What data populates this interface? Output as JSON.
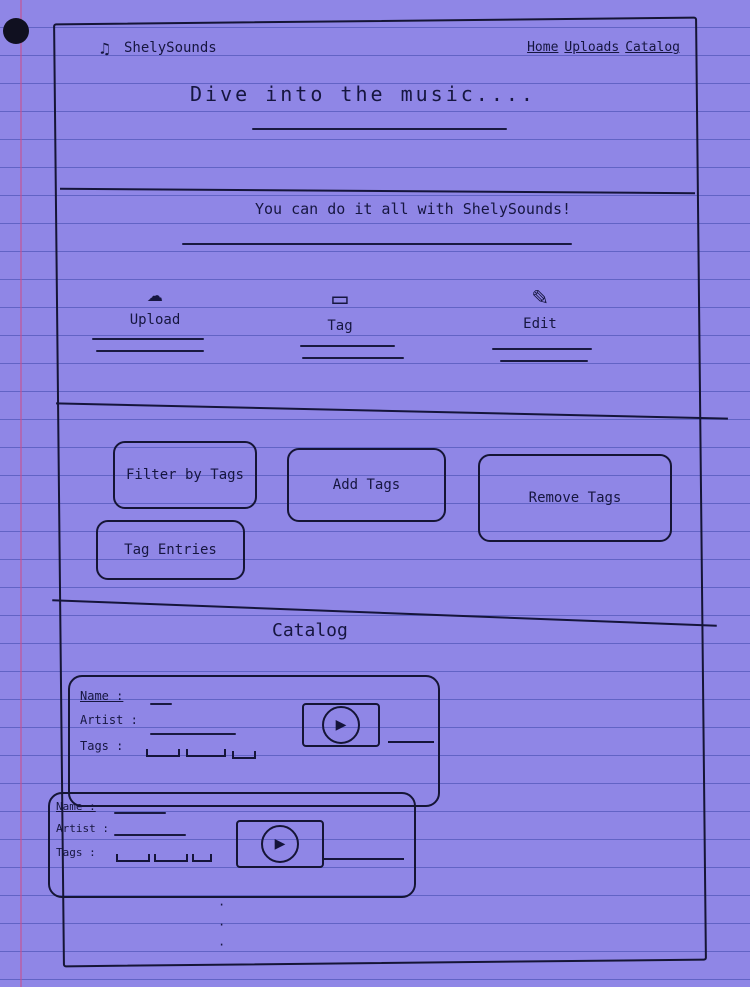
{
  "app": {
    "brand": "ShelySounds",
    "brand_icon": "music-note-icon"
  },
  "nav": [
    {
      "label": "Home"
    },
    {
      "label": "Uploads"
    },
    {
      "label": "Catalog"
    }
  ],
  "hero": {
    "title": "Dive into the music...."
  },
  "tagline": "You can do it all with ShelySounds!",
  "features": [
    {
      "label": "Upload",
      "icon": "cloud-upload-icon"
    },
    {
      "label": "Tag",
      "icon": "tag-icon"
    },
    {
      "label": "Edit",
      "icon": "edit-icon"
    }
  ],
  "actions": {
    "filter": "Filter by Tags",
    "add": "Add Tags",
    "remove": "Remove Tags",
    "entries": "Tag Entries"
  },
  "catalog": {
    "title": "Catalog",
    "field_labels": {
      "name": "Name :",
      "artist": "Artist :",
      "tags": "Tags :"
    },
    "player_icon": "play-icon"
  },
  "colors": {
    "paper": "#8f86e6",
    "ink": "#15153a",
    "rule": "#3c46aa"
  }
}
